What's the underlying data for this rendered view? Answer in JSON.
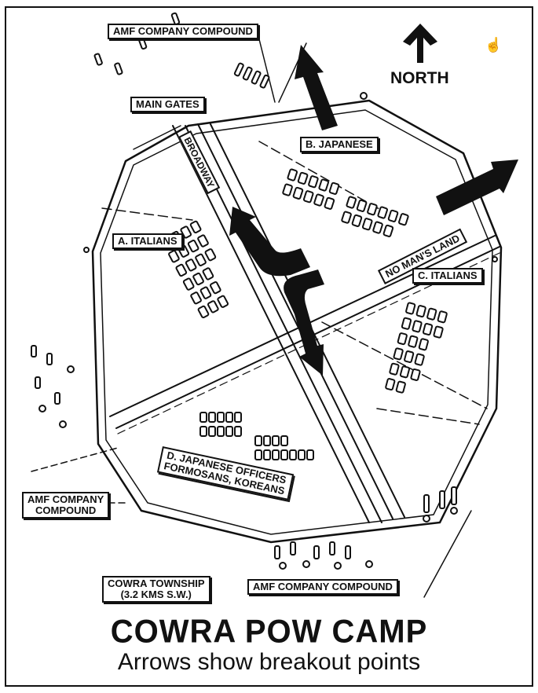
{
  "map": {
    "title": "COWRA POW CAMP",
    "subtitle": "Arrows show breakout points",
    "north_label": "NORTH",
    "labels": {
      "amf_north": "AMF COMPANY COMPOUND",
      "main_gates": "MAIN GATES",
      "broadway": "BROADWAY",
      "b_japanese": "B. JAPANESE",
      "a_italians": "A. ITALIANS",
      "no_mans_land": "NO MAN'S LAND",
      "c_italians": "C. ITALIANS",
      "d_line1": "D. JAPANESE OFFICERS",
      "d_line2": "FORMOSANS, KOREANS",
      "amf_west_line1": "AMF COMPANY",
      "amf_west_line2": "COMPOUND",
      "cowra_line1": "COWRA TOWNSHIP",
      "cowra_line2": "(3.2 KMS S.W.)",
      "amf_south": "AMF COMPANY COMPOUND"
    },
    "icons": {
      "north_arrow": "arrow-up",
      "breakout_arrows": 4,
      "cursor": "hand-pointer"
    },
    "colors": {
      "ink": "#111111",
      "paper": "#ffffff"
    }
  }
}
